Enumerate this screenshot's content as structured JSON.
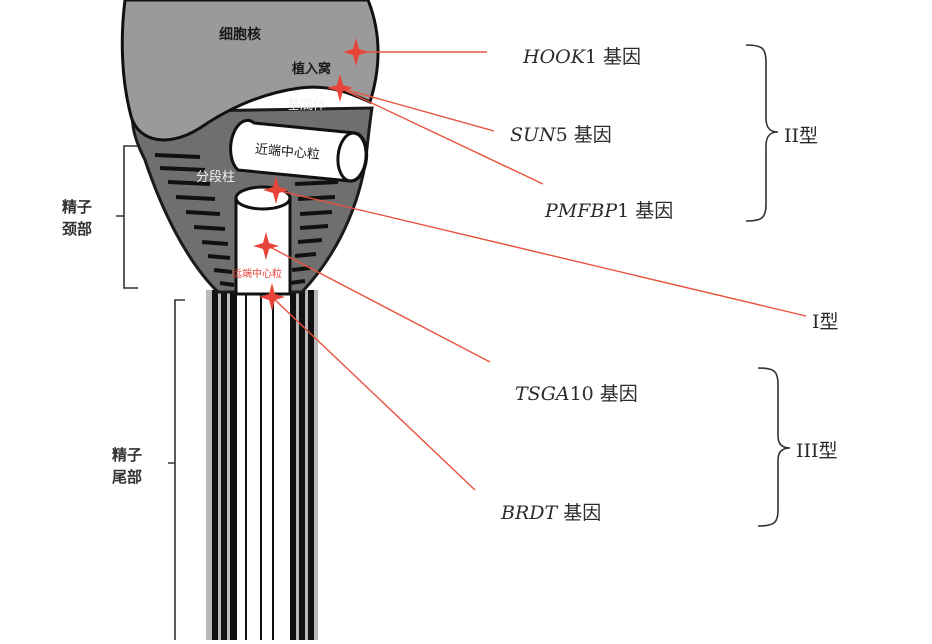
{
  "labels": {
    "nucleus": "细胞核",
    "implantation_fossa": "植入窝",
    "basal_body": "基底体",
    "proximal_centriole": "近端中心粒",
    "segmented_column": "分段柱",
    "distal_centriole": "远端中心粒",
    "neck_line1": "精子",
    "neck_line2": "颈部",
    "tail_line1": "精子",
    "tail_line2": "尾部"
  },
  "genes": {
    "hook1": {
      "italic": "HOOK",
      "suffix": "1 基因"
    },
    "sun5": {
      "italic": "SUN",
      "suffix": "5 基因"
    },
    "pmfbp1": {
      "italic": "PMFBP",
      "suffix": "1 基因"
    },
    "tsga10": {
      "italic": "TSGA",
      "suffix": "10 基因"
    },
    "brdt": {
      "italic": "BRDT",
      "suffix": " 基因"
    }
  },
  "types": {
    "type2": "II型",
    "type1": "I型",
    "type3": "III型"
  },
  "colors": {
    "pointer_line": "#e8543e",
    "star": "#e8453a",
    "head_gray": "#9a9a9a",
    "neck_gray": "#6f6f6f",
    "distal_label": "#e8453a"
  }
}
